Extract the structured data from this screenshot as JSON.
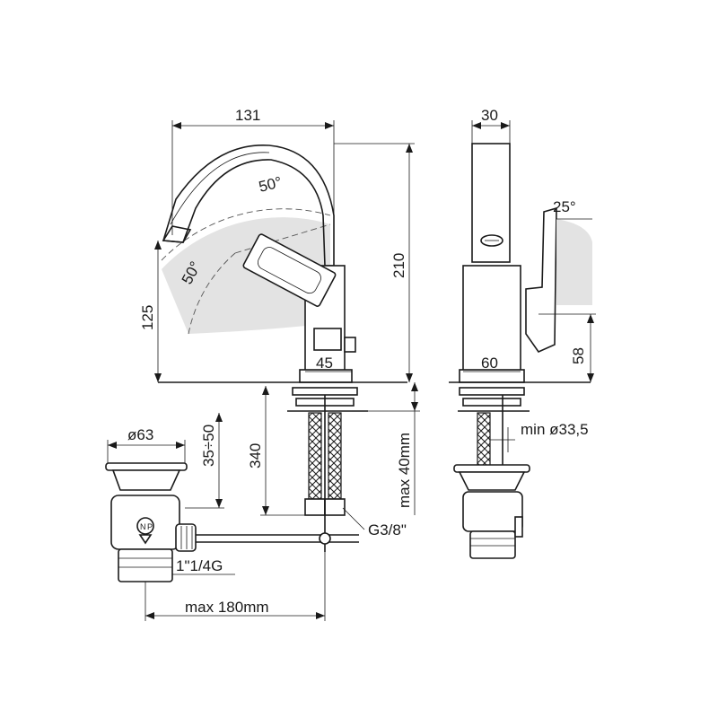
{
  "labels": {
    "width_131": "131",
    "angle_50_top": "50°",
    "angle_50_left": "50°",
    "height_125": "125",
    "height_210": "210",
    "body_45": "45",
    "depth_30": "30",
    "angle_25": "25°",
    "base_60": "60",
    "height_58": "58",
    "hole_min": "min ø33,5",
    "waste_dia": "ø63",
    "waste_range": "35÷50",
    "hose_340": "340",
    "deck_max": "max 40mm",
    "thread_g38": "G3/8\"",
    "waste_thread": "1\"1/4G",
    "rod_max": "max 180mm"
  },
  "waste_marks": {
    "top": "N",
    "side": "P"
  }
}
